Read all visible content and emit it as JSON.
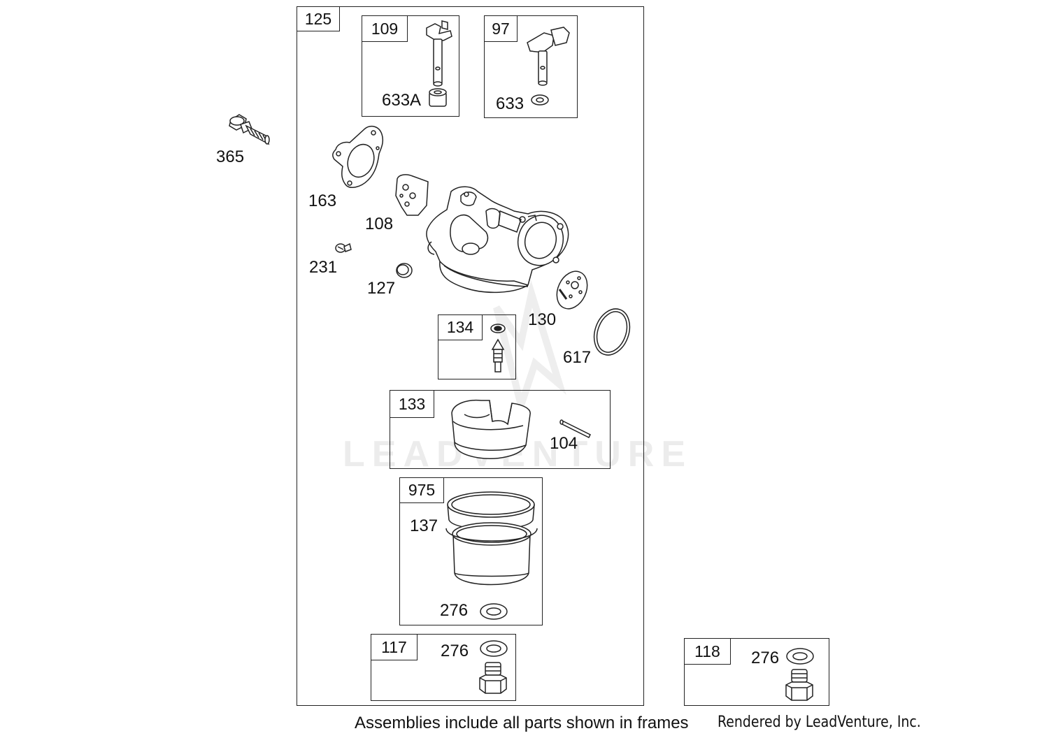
{
  "frames": {
    "f125": "125",
    "f109": "109",
    "f97": "97",
    "f134": "134",
    "f133": "133",
    "f975": "975",
    "f117": "117",
    "f118": "118"
  },
  "labels": {
    "l365": "365",
    "l633a": "633A",
    "l633": "633",
    "l163": "163",
    "l108": "108",
    "l231": "231",
    "l127": "127",
    "l130": "130",
    "l617": "617",
    "l104": "104",
    "l137": "137",
    "l276_975": "276",
    "l276_117": "276",
    "l276_118": "276"
  },
  "watermark": "LEADVENTURE",
  "footer": {
    "note": "Assemblies include all parts shown in frames",
    "credit": "Rendered by LeadVenture, Inc."
  }
}
